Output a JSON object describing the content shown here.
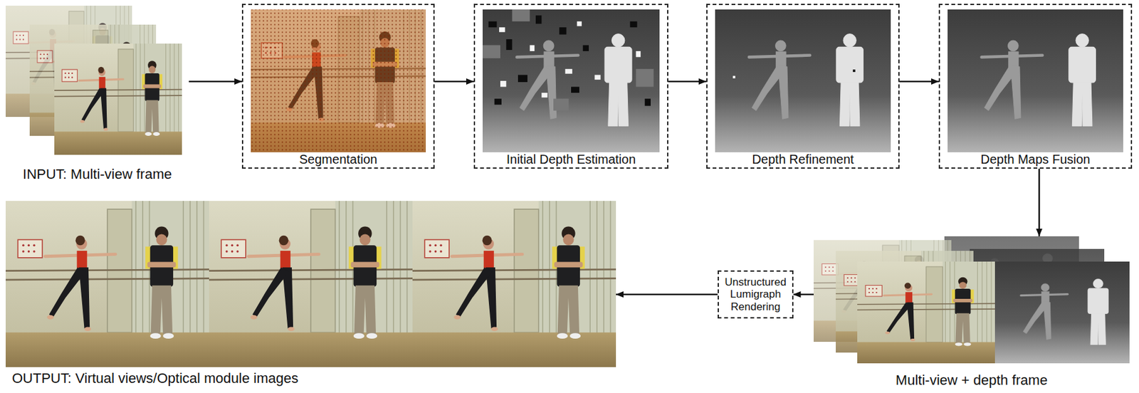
{
  "diagram": {
    "nodes": [
      {
        "text": [
          "INPUT: Multi-view frame"
        ]
      },
      {
        "text": [
          "Segmentation"
        ]
      },
      {
        "text": [
          "Initial Depth Estimation"
        ]
      },
      {
        "text": [
          "Depth Refinement"
        ]
      },
      {
        "text": [
          "Depth Maps Fusion"
        ]
      },
      {
        "text": [
          "Multi-view + depth frame"
        ]
      },
      {
        "text": [
          "Unstructured Lumigraph Rendering"
        ]
      },
      {
        "text": [
          "OUTPUT: Virtual views/Optical module images"
        ]
      }
    ],
    "edges": [
      {
        "from": 0,
        "to": 1,
        "arrow": "to"
      },
      {
        "from": 1,
        "to": 2,
        "arrow": "to"
      },
      {
        "from": 2,
        "to": 3,
        "arrow": "to"
      },
      {
        "from": 3,
        "to": 4,
        "arrow": "to"
      },
      {
        "from": 4,
        "to": 5,
        "arrow": "to"
      },
      {
        "from": 5,
        "to": 6,
        "arrow": "to"
      },
      {
        "from": 6,
        "to": 7,
        "arrow": "to"
      }
    ]
  }
}
